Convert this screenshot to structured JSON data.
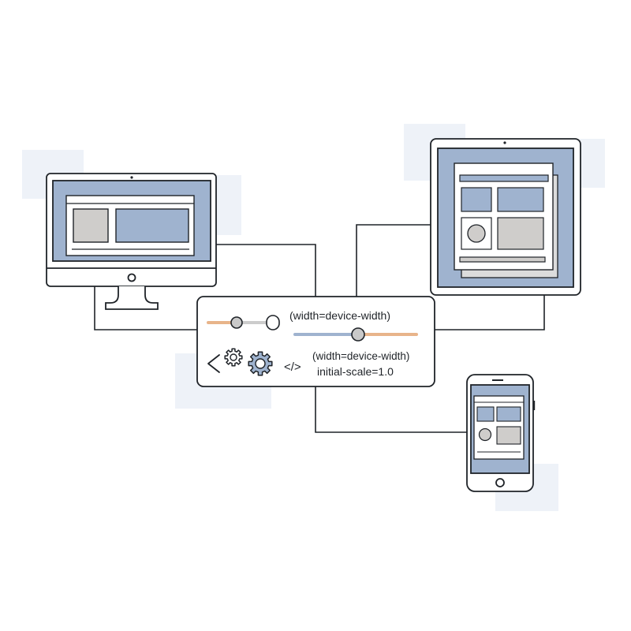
{
  "colors": {
    "stroke": "#1f2328",
    "screen_blue": "#9fb3cf",
    "shadow_tile": "#eef2f8",
    "gray_block": "#cfcdcb",
    "slider_orange": "#e8b48a",
    "slider_gray": "#cccccc",
    "knob_gray": "#c9c9c9",
    "background": "#ffffff"
  },
  "controls_panel": {
    "line1": "(width=device-width)",
    "line2": "(width=device-width)",
    "line3": "initial-scale=1.0",
    "code_glyph": "</>"
  },
  "icons": [
    "monitor-icon",
    "tablet-icon",
    "phone-icon",
    "gear-icon",
    "chevron-left-icon",
    "code-icon"
  ]
}
